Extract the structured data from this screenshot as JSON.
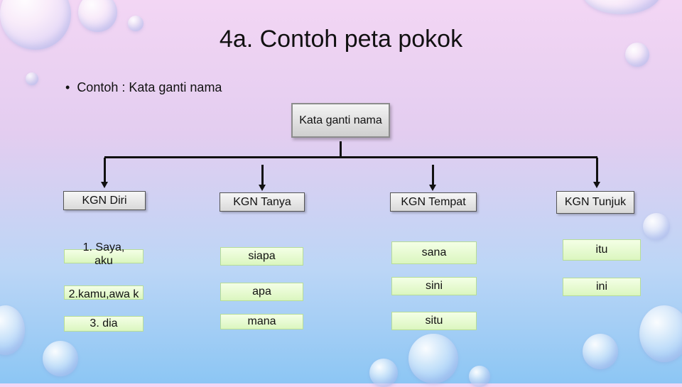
{
  "slide": {
    "title": "4a. Contoh peta pokok",
    "bullet": "Contoh : Kata ganti nama"
  },
  "diagram": {
    "root": "Kata ganti nama",
    "categories": [
      {
        "label": "KGN Diri",
        "items": [
          "1. Saya, aku",
          "2.kamu,awa k",
          "3. dia"
        ]
      },
      {
        "label": "KGN Tanya",
        "items": [
          "siapa",
          "apa",
          "mana"
        ]
      },
      {
        "label": "KGN Tempat",
        "items": [
          "sana",
          "sini",
          "situ"
        ]
      },
      {
        "label": "KGN Tunjuk",
        "items": [
          "itu",
          "ini"
        ]
      }
    ]
  },
  "colors": {
    "item_fill": "#e6fbd0",
    "category_fill": "#e8e8e8",
    "connector": "#111111"
  }
}
